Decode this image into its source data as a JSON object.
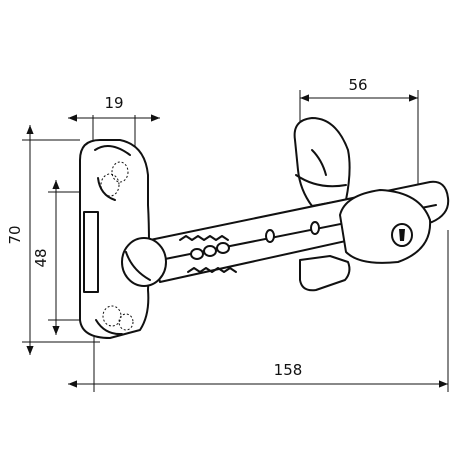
{
  "dimensions": {
    "top_left_width": "19",
    "top_right_width": "56",
    "overall_height": "70",
    "inner_height": "48",
    "overall_length": "158"
  },
  "colors": {
    "line": "#111111",
    "background": "#ffffff"
  }
}
